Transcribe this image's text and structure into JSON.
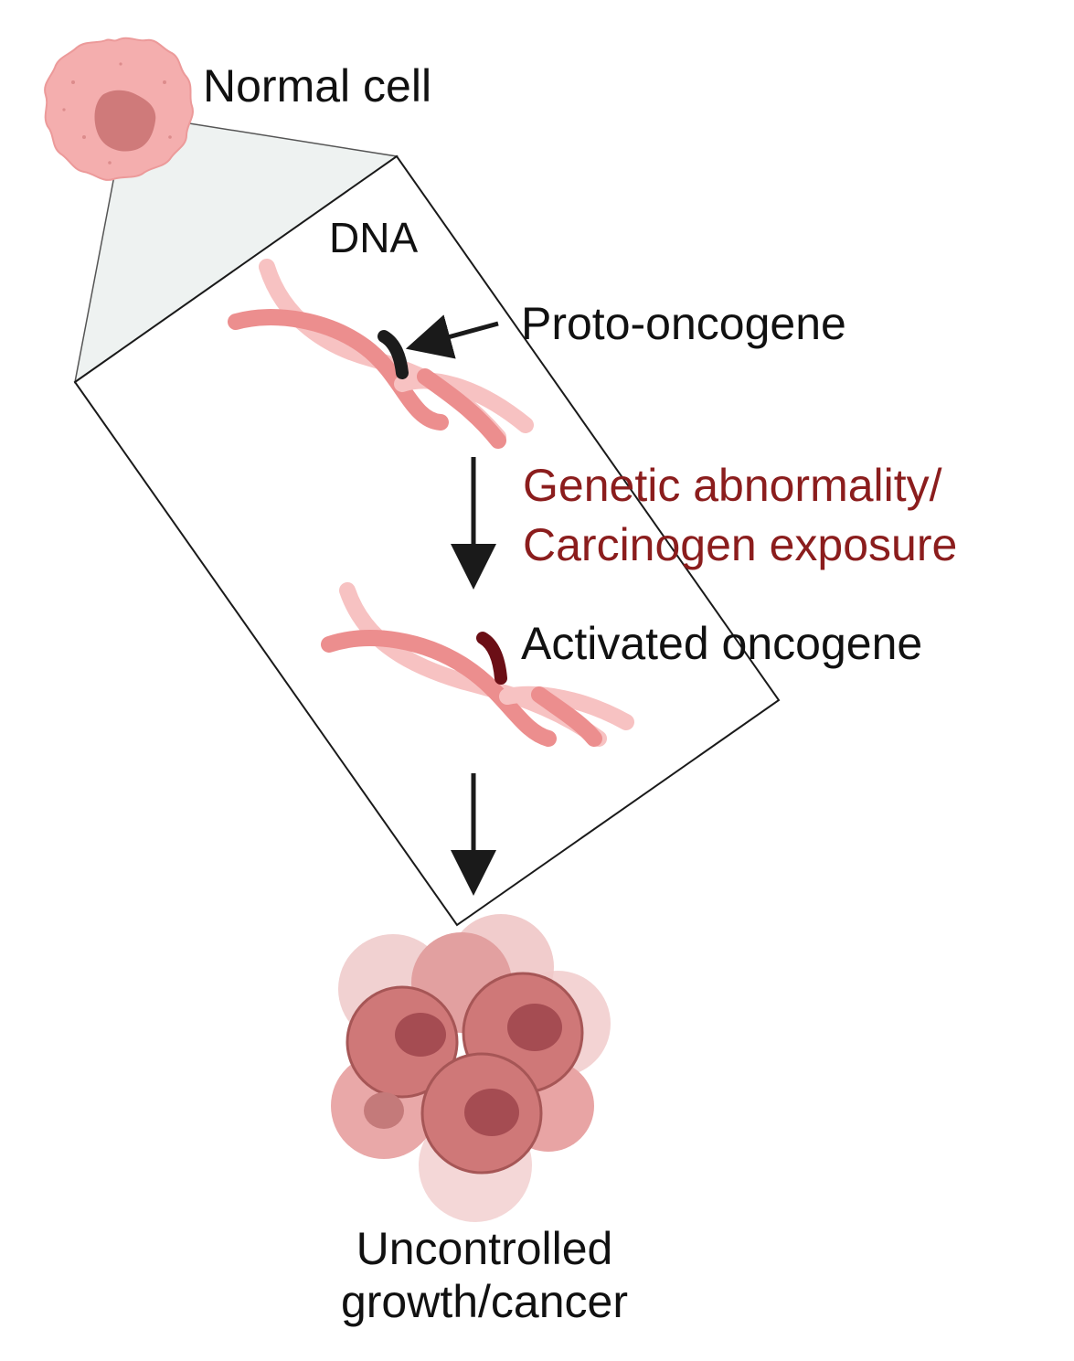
{
  "labels": {
    "normal_cell": "Normal cell",
    "dna": "DNA",
    "proto_oncogene": "Proto-oncogene",
    "genetic_abnormality": "Genetic abnormality/",
    "carcinogen_exposure": "Carcinogen exposure",
    "activated_oncogene": "Activated oncogene",
    "uncontrolled_line1": "Uncontrolled",
    "uncontrolled_line2": "growth/cancer"
  },
  "colors": {
    "text": "#111111",
    "mutation_text": "#8b1d1d",
    "cell_membrane": "#f2a9a9",
    "cell_nucleus": "#c87070",
    "cancer_cell": "#cf7878",
    "cancer_nucleus": "#a54c52",
    "dna_strand_dark": "#ec8e8e",
    "dna_strand_light": "#f7c2c2",
    "proto_gene_segment": "#1c1c1c",
    "oncogene_segment": "#6b0f16",
    "zoom_fill": "#eef2f1",
    "arrow": "#1a1a1a"
  }
}
